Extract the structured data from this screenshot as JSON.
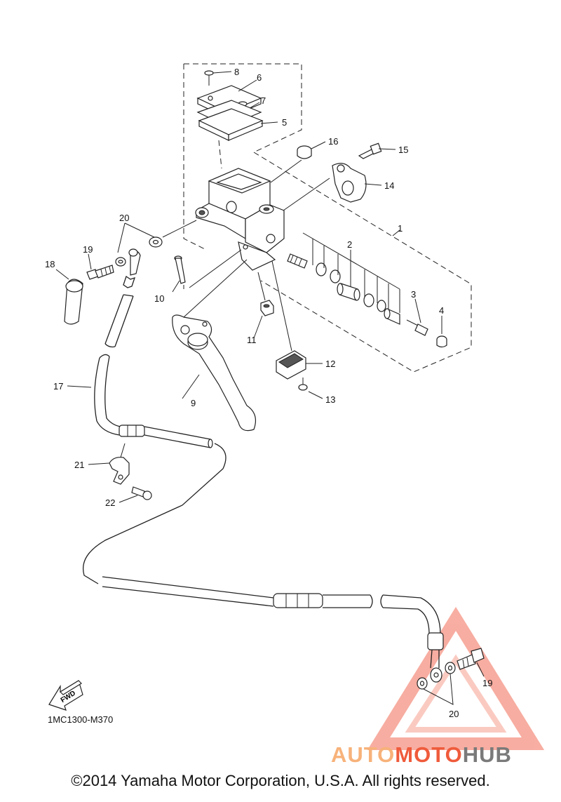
{
  "diagram": {
    "callouts": [
      {
        "id": "1",
        "label": "1"
      },
      {
        "id": "2",
        "label": "2"
      },
      {
        "id": "3",
        "label": "3"
      },
      {
        "id": "4",
        "label": "4"
      },
      {
        "id": "5",
        "label": "5"
      },
      {
        "id": "6",
        "label": "6"
      },
      {
        "id": "7",
        "label": "7"
      },
      {
        "id": "8",
        "label": "8"
      },
      {
        "id": "9",
        "label": "9"
      },
      {
        "id": "10",
        "label": "10"
      },
      {
        "id": "11",
        "label": "11"
      },
      {
        "id": "12",
        "label": "12"
      },
      {
        "id": "13",
        "label": "13"
      },
      {
        "id": "14",
        "label": "14"
      },
      {
        "id": "15",
        "label": "15"
      },
      {
        "id": "16",
        "label": "16"
      },
      {
        "id": "17",
        "label": "17"
      },
      {
        "id": "18",
        "label": "18"
      },
      {
        "id": "19a",
        "label": "19"
      },
      {
        "id": "20a",
        "label": "20"
      },
      {
        "id": "21",
        "label": "21"
      },
      {
        "id": "22",
        "label": "22"
      },
      {
        "id": "19b",
        "label": "19"
      },
      {
        "id": "20b",
        "label": "20"
      }
    ],
    "fwd_label": "FWD",
    "diagram_code": "1MC1300-M370"
  },
  "footer": {
    "copyright": "©2014 Yamaha Motor Corporation, U.S.A. All rights reserved."
  },
  "watermark": {
    "part1": "AUTO",
    "part2": "MOTO",
    "part3": "HUB",
    "accent_color": "#ef5b3b"
  }
}
